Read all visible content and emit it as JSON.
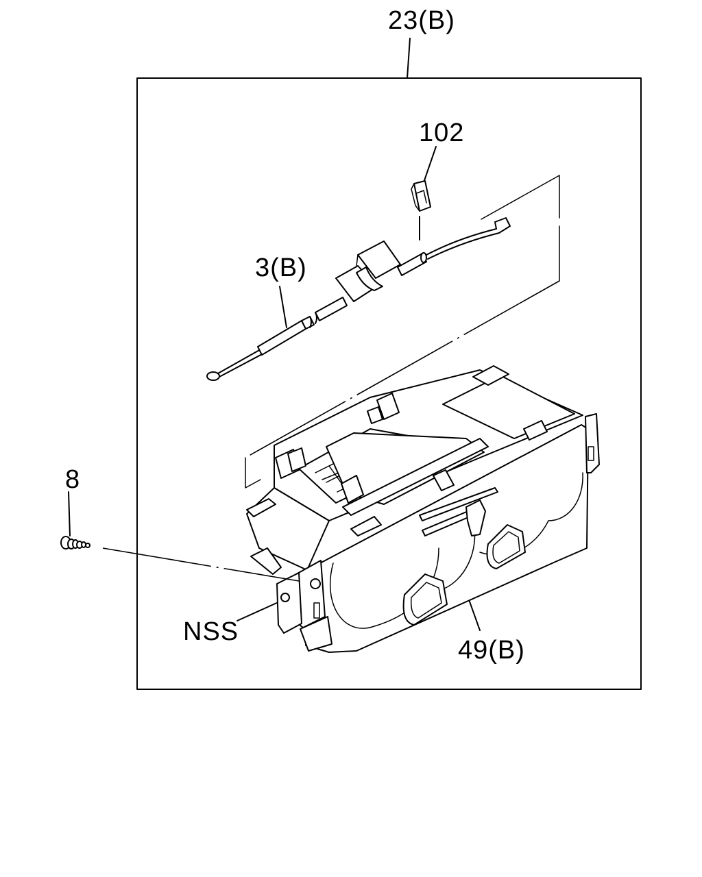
{
  "callouts": {
    "assembly": "23(B)",
    "clip": "102",
    "cable": "3(B)",
    "screw": "8",
    "nss": "NSS",
    "control_unit": "49(B)"
  },
  "colors": {
    "line": "#000000",
    "background": "#ffffff"
  }
}
